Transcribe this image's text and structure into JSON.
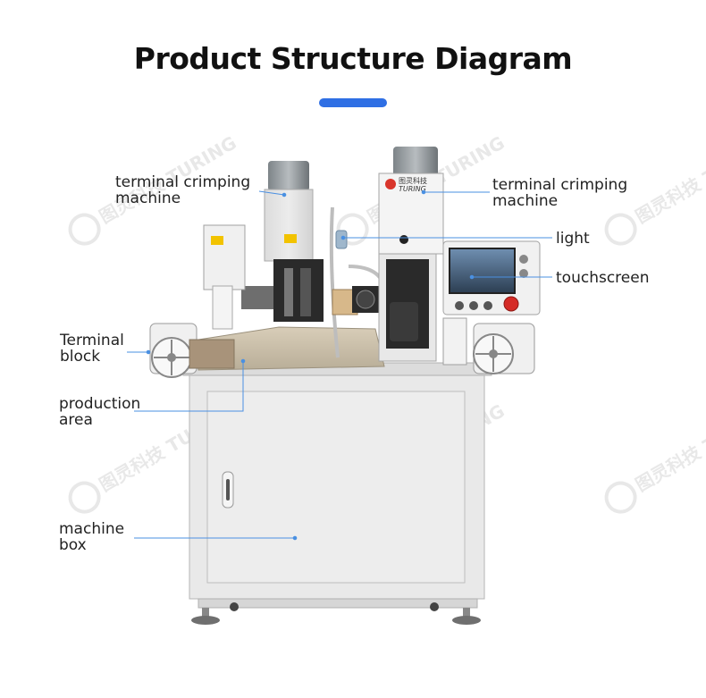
{
  "title": "Product Structure Diagram",
  "accent_color": "#2f6fe4",
  "leader_color": "#4a90e2",
  "labels": {
    "crimp_left": [
      "terminal crimping",
      "machine"
    ],
    "crimp_right": [
      "terminal crimping",
      "machine"
    ],
    "light": "light",
    "touchscreen": "touchscreen",
    "terminal_block": [
      "Terminal",
      "block"
    ],
    "production_area": [
      "production",
      "area"
    ],
    "machine_box": [
      "machine",
      "box"
    ]
  },
  "machine_badge": {
    "cn": "图灵科技",
    "en": "TURING"
  },
  "watermark": {
    "cn": "图灵科技",
    "en": "TURING"
  }
}
